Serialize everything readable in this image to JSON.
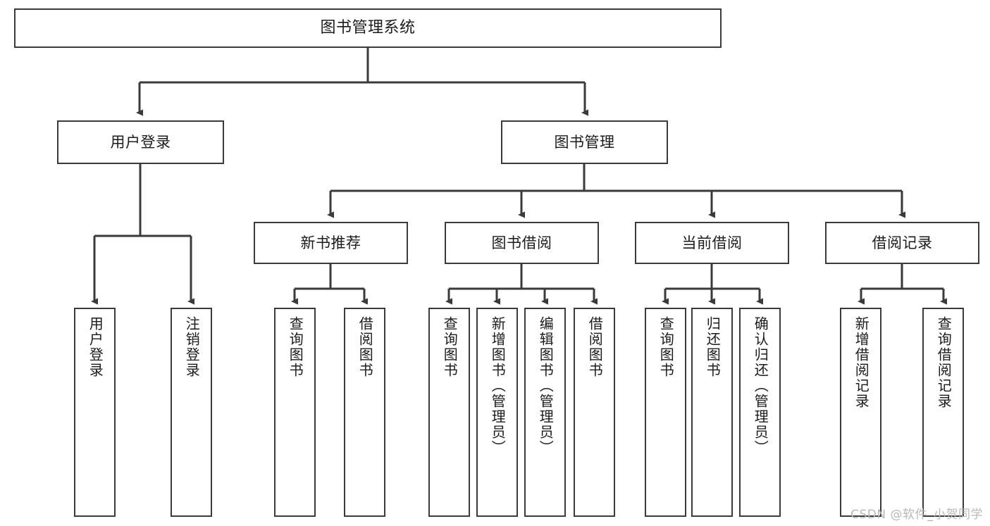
{
  "diagram": {
    "title": "图书管理系统",
    "type": "tree-hierarchy-chart",
    "line_color": "#3a3a3a",
    "box_fill": "#ffffff",
    "text_color": "#1b1b1b"
  },
  "nodes": {
    "root": {
      "label": "图书管理系统"
    },
    "level2": [
      {
        "id": "user-login",
        "label": "用户登录"
      },
      {
        "id": "book-management",
        "label": "图书管理"
      }
    ],
    "level3": [
      {
        "id": "new-book-recommend",
        "label": "新书推荐"
      },
      {
        "id": "book-borrow",
        "label": "图书借阅"
      },
      {
        "id": "current-borrow",
        "label": "当前借阅"
      },
      {
        "id": "borrow-record",
        "label": "借阅记录"
      }
    ],
    "leaves": {
      "user_login": [
        {
          "id": "leaf-user-login",
          "label": "用户登录"
        },
        {
          "id": "leaf-logout-login",
          "label": "注销登录"
        }
      ],
      "new_book_recommend": [
        {
          "id": "leaf-query-book-1",
          "label": "查询图书"
        },
        {
          "id": "leaf-borrow-book-1",
          "label": "借阅图书"
        }
      ],
      "book_borrow": [
        {
          "id": "leaf-query-book-2",
          "label": "查询图书"
        },
        {
          "id": "leaf-add-book",
          "label": "新增图书（管理员）"
        },
        {
          "id": "leaf-edit-book",
          "label": "编辑图书（管理员）"
        },
        {
          "id": "leaf-borrow-book-2",
          "label": "借阅图书"
        }
      ],
      "current_borrow": [
        {
          "id": "leaf-query-book-3",
          "label": "查询图书"
        },
        {
          "id": "leaf-return-book",
          "label": "归还图书"
        },
        {
          "id": "leaf-confirm-return",
          "label": "确认归还（管理员）"
        }
      ],
      "borrow_record": [
        {
          "id": "leaf-add-record",
          "label": "新增借阅记录"
        },
        {
          "id": "leaf-query-record",
          "label": "查询借阅记录"
        }
      ]
    }
  },
  "watermark": {
    "text": "CSDN @软件_小贺同学"
  }
}
